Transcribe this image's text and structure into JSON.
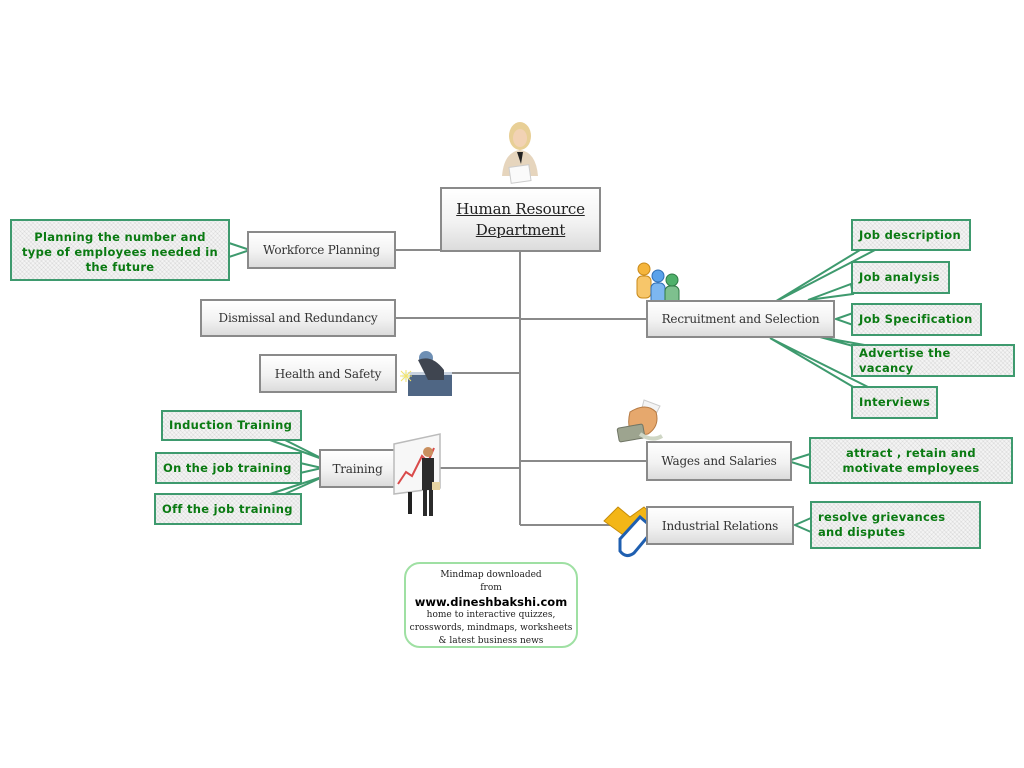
{
  "root": {
    "line1": "Human Resource",
    "line2": "Department",
    "icon": "businesswoman-icon"
  },
  "branches": {
    "workforce_planning": {
      "label": "Workforce Planning",
      "notes": [
        "Planning  the number and type of employees needed in the future"
      ]
    },
    "dismissal": {
      "label": "Dismissal and Redundancy"
    },
    "health_safety": {
      "label": "Health and Safety",
      "icon": "welder-icon"
    },
    "training": {
      "label": "Training",
      "icon": "presenter-icon",
      "notes": [
        "Induction Training",
        "On the job training",
        "Off the job training"
      ]
    },
    "recruitment": {
      "label": "Recruitment and Selection",
      "icon": "people-group-icon",
      "notes": [
        "Job description",
        "Job analysis",
        "Job Specification",
        "Advertise the vacancy",
        "Interviews"
      ]
    },
    "wages": {
      "label": "Wages and Salaries",
      "icon": "hand-money-icon",
      "notes": [
        "attract , retain and motivate employees"
      ]
    },
    "industrial": {
      "label": "Industrial Relations",
      "icon": "handshake-icon",
      "notes": [
        "resolve grievances and disputes"
      ]
    }
  },
  "credit": {
    "line1": "Mindmap downloaded",
    "line2": "from",
    "url": "www.dineshbakshi.com",
    "line3": "home to interactive quizzes,",
    "line4": "crosswords, mindmaps, worksheets",
    "line5": "& latest business news"
  },
  "colors": {
    "connector": "#8a8a8a",
    "callout_border": "#3e9a6e",
    "callout_text": "#0a7a12",
    "credit_border": "#9fe0a3"
  }
}
